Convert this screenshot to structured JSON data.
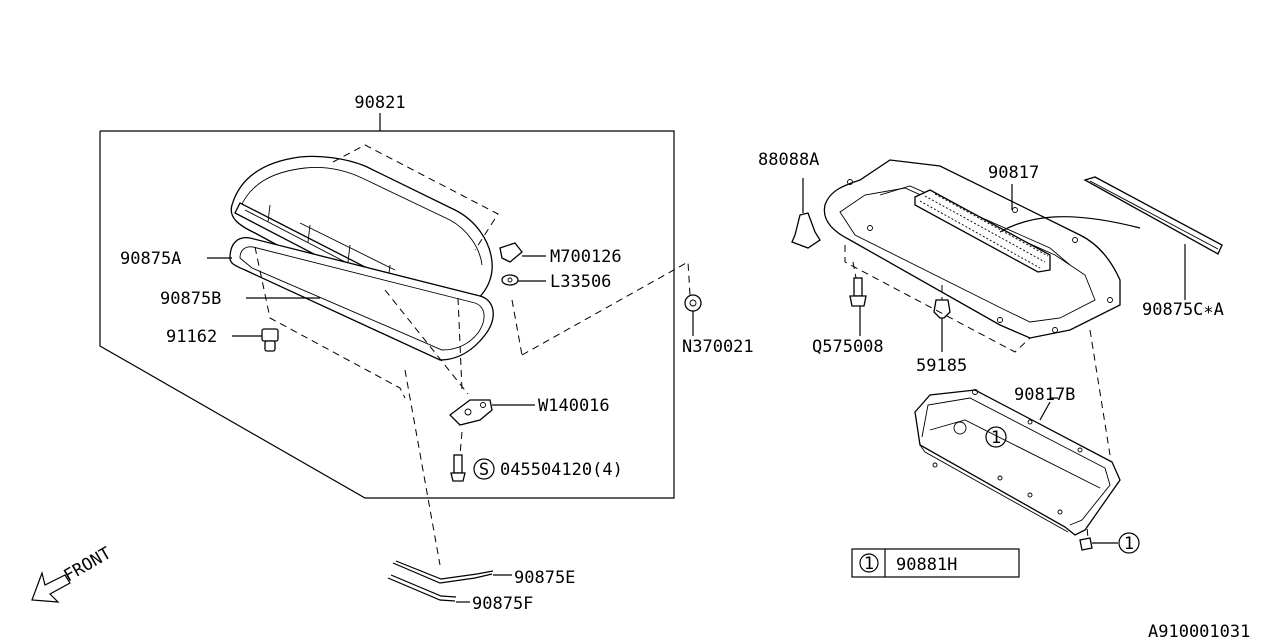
{
  "diagram": {
    "document_code": "A910001031",
    "front_label": "FRONT",
    "labels": {
      "p90821": "90821",
      "p90875A": "90875A",
      "p90875B": "90875B",
      "p91162": "91162",
      "pM700126": "M700126",
      "pL33506": "L33506",
      "pN370021": "N370021",
      "pW140016": "W140016",
      "p045504120": "045504120(4)",
      "p90875E": "90875E",
      "p90875F": "90875F",
      "p88088A": "88088A",
      "p90817": "90817",
      "p90875CA": "90875C∗A",
      "pQ575008": "Q575008",
      "p59185": "59185",
      "p90817B": "90817B",
      "p90881H": "90881H"
    },
    "symbols": {
      "screw_mark": "S",
      "ref_number": "1"
    }
  }
}
